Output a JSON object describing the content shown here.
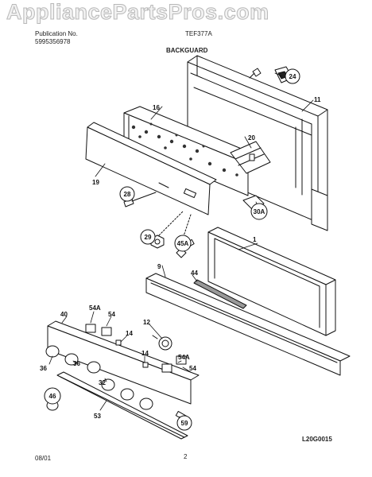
{
  "watermark": "AppliancePartsPros.com",
  "header": {
    "publication_label": "Publication No.",
    "publication_number": "5995356978",
    "model": "TEF377A",
    "section_title": "BACKGUARD"
  },
  "footer": {
    "date": "08/01",
    "page": "2",
    "figure_code": "L20G0015"
  },
  "callouts": {
    "p1": "1",
    "p9": "9",
    "p11": "11",
    "p12": "12",
    "p14a": "14",
    "p14b": "14",
    "p16": "16",
    "p19": "19",
    "p20": "20",
    "p24": "24",
    "p28": "28",
    "p29": "29",
    "p30a": "30A",
    "p32": "32",
    "p36a": "36",
    "p36b": "36",
    "p40": "40",
    "p44": "44",
    "p45a": "45A",
    "p46": "46",
    "p53": "53",
    "p54a_left": "54A",
    "p54_left": "54",
    "p54a_right": "54A",
    "p54_right": "54",
    "p59": "59"
  }
}
